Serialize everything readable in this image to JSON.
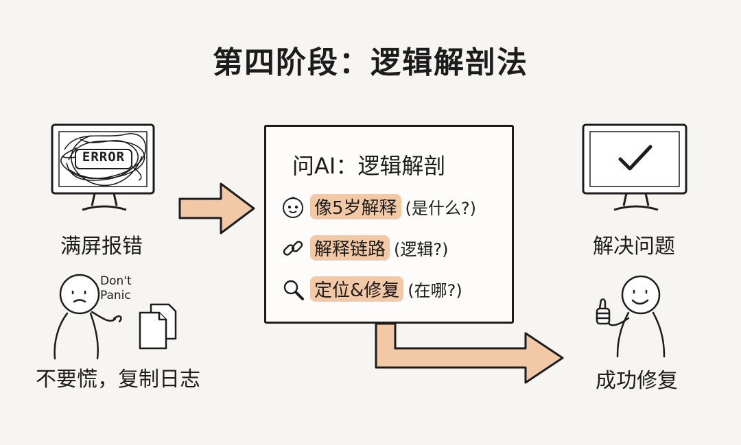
{
  "title": "第四阶段：逻辑解剖法",
  "left": {
    "screen_text": "ERROR",
    "caption_top": "满屏报错",
    "speech": "Don't\nPanic",
    "caption_bottom": "不要慌，复制日志"
  },
  "center": {
    "heading": "问AI：逻辑解剖",
    "steps": [
      {
        "icon": "baby-face-icon",
        "highlight": "像5岁解释",
        "question": "(是什么?)"
      },
      {
        "icon": "chain-link-icon",
        "highlight": "解释链路",
        "question": "(逻辑?)"
      },
      {
        "icon": "magnifier-icon",
        "highlight": "定位&修复",
        "question": "(在哪?)"
      }
    ]
  },
  "right": {
    "caption_top": "解决问题",
    "caption_bottom": "成功修复"
  },
  "colors": {
    "arrow_fill": "#f2c9a6",
    "highlight": "#f3c8a4",
    "ink": "#1c1c1c"
  }
}
